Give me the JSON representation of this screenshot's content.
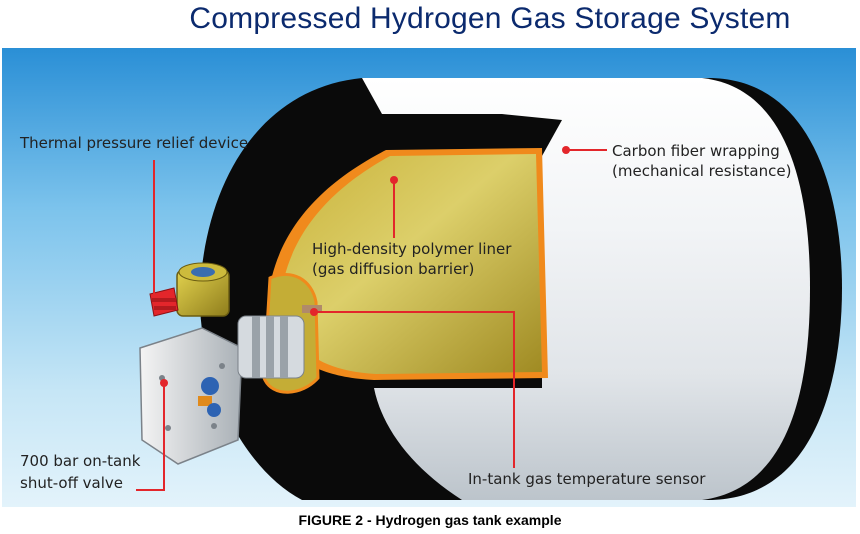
{
  "title": "Compressed Hydrogen Gas Storage System",
  "caption": "FIGURE 2 -  Hydrogen gas tank example",
  "labels": {
    "thermal_relief": "Thermal pressure relief device",
    "carbon_fiber_line1": "Carbon fiber wrapping",
    "carbon_fiber_line2": "(mechanical resistance)",
    "liner_line1": "High-density polymer liner",
    "liner_line2": "(gas diffusion barrier)",
    "valve_line1": "700 bar on-tank",
    "valve_line2": "shut-off valve",
    "temp_sensor": "In-tank gas temperature sensor"
  },
  "colors": {
    "title": "#0b2a6e",
    "leader_line": "#e3262b",
    "liner_outline": "#f08a1c",
    "background_top": "#2a8fd6",
    "background_bottom": "#cfe9f6"
  }
}
